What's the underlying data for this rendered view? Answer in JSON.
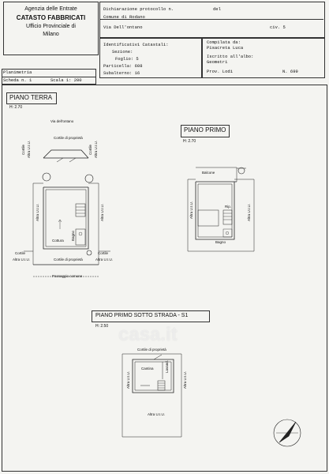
{
  "header": {
    "agency_line1": "Agenzia delle Entrate",
    "agency_line2": "CATASTO FABBRICATI",
    "agency_line3": "Ufficio Provinciale di",
    "agency_line4": "Milano",
    "dichiarazione_label": "Dichiarazione protocollo n.",
    "del_label": "del",
    "comune": "Comune di Rodano",
    "via": "Via Dell'ontano",
    "civ": "civ. 5",
    "identificativi_label": "Identificativi Catastali:",
    "sezione": "Sezione:",
    "foglio": "Foglio: 5",
    "particella": "Particella: 608",
    "subalterno": "Subalterno: 16",
    "compilata_label": "Compilata da:",
    "compilata_name": "Pisacreta Luca",
    "iscritto_label": "Iscritto all'albo:",
    "iscritto_value": "Geometri",
    "prov": "Prov. Lodi",
    "numero": "N. 699",
    "planimetria": "Planimetria",
    "scheda": "Scheda n. 1",
    "scala": "Scala 1: 200"
  },
  "piano_terra": {
    "title": "PIANO TERRA",
    "height": "H: 2.70",
    "labels": {
      "via": "Via dell'ontano",
      "cortile_top": "Cortile di proprietà",
      "cortile_left": "Cortile",
      "altra_left": "Altra U.I.U.",
      "cortile_right": "Cortile",
      "altra_right": "Altra U.I.U.",
      "altra_mid_left": "Altra U.I.U.",
      "altra_mid_right": "Altra U.I.U.",
      "cottura": "Cottura",
      "bagno": "Bagno",
      "cortile_bl": "Cortile",
      "altra_bl": "Altra U.I.U.",
      "cortile_bottom": "Cortile di proprietà",
      "cortile_br": "Cortile",
      "altra_br": "Altra U.I.U.",
      "passaggio": "Passaggio comune"
    }
  },
  "piano_primo": {
    "title": "PIANO PRIMO",
    "height": "H: 2.70",
    "labels": {
      "balcone": "Balcone",
      "altra_left": "Altra U.I.U.",
      "altra_right": "Altra U.I.U.",
      "rip": "Rip.",
      "bagno": "Bagno"
    }
  },
  "piano_sotto": {
    "title": "PIANO PRIMO SOTTO STRADA - S1",
    "height": "H: 2.50",
    "labels": {
      "cortile": "Cortile di proprietà",
      "cantina": "Cantina",
      "lavand": "Lavand.",
      "altra_left": "Altra U.I.U.",
      "altra_right": "Altra U.I.U.",
      "altra_bottom": "Altra U.I.U."
    }
  },
  "watermark": "casa.it"
}
